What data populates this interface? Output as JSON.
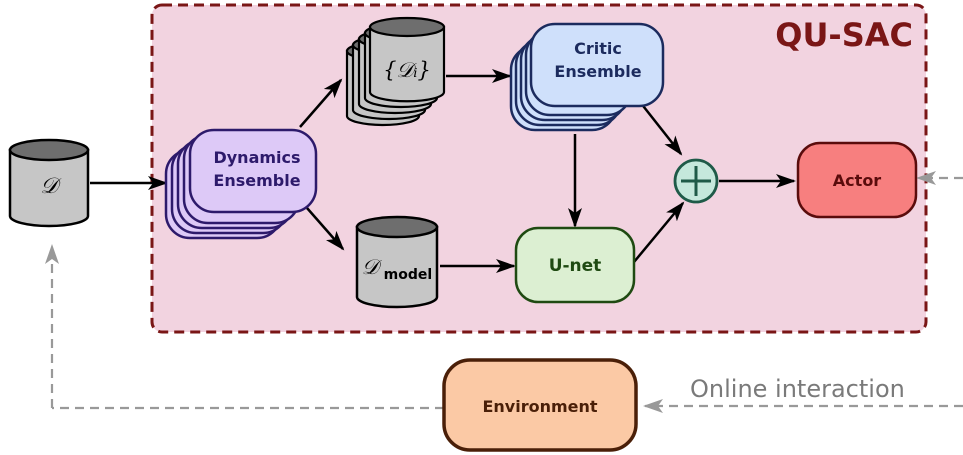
{
  "frame": {
    "title": "QU-SAC",
    "color": "#7a1616",
    "fill": "#f2d3e0"
  },
  "nodes": {
    "dataset": {
      "label": "𝒟"
    },
    "dynamics": {
      "label_line1": "Dynamics",
      "label_line2": "Ensemble",
      "fill": "#ddc9f7",
      "stroke": "#2d1a6b",
      "text_color": "#2d1a6b"
    },
    "subsets": {
      "label": "{𝒟ᵢ}"
    },
    "model_data": {
      "label_main": "𝒟",
      "label_sub": "model"
    },
    "critic": {
      "label_line1": "Critic",
      "label_line2": "Ensemble",
      "fill": "#cfe0fb",
      "stroke": "#1c2b5e",
      "text_color": "#1c2b5e"
    },
    "unet": {
      "label": "U-net",
      "fill": "#dcefd2",
      "stroke": "#1f4a12",
      "text_color": "#1f4a12"
    },
    "sum": {
      "symbol": "+",
      "fill": "#c5e8dc",
      "stroke": "#1f5a48"
    },
    "actor": {
      "label": "Actor",
      "fill": "#f77f7f",
      "stroke": "#5a0c0c",
      "text_color": "#5a0c0c"
    },
    "environment": {
      "label": "Environment",
      "fill": "#fbc9a5",
      "stroke": "#4a1f08",
      "text_color": "#4a1f08"
    }
  },
  "annotations": {
    "online_interaction": "Online interaction"
  },
  "colors": {
    "cylinder_body": "#c6c6c6",
    "cylinder_top": "#6e6e6e",
    "arrow": "#000000",
    "dashed": "#999999"
  }
}
